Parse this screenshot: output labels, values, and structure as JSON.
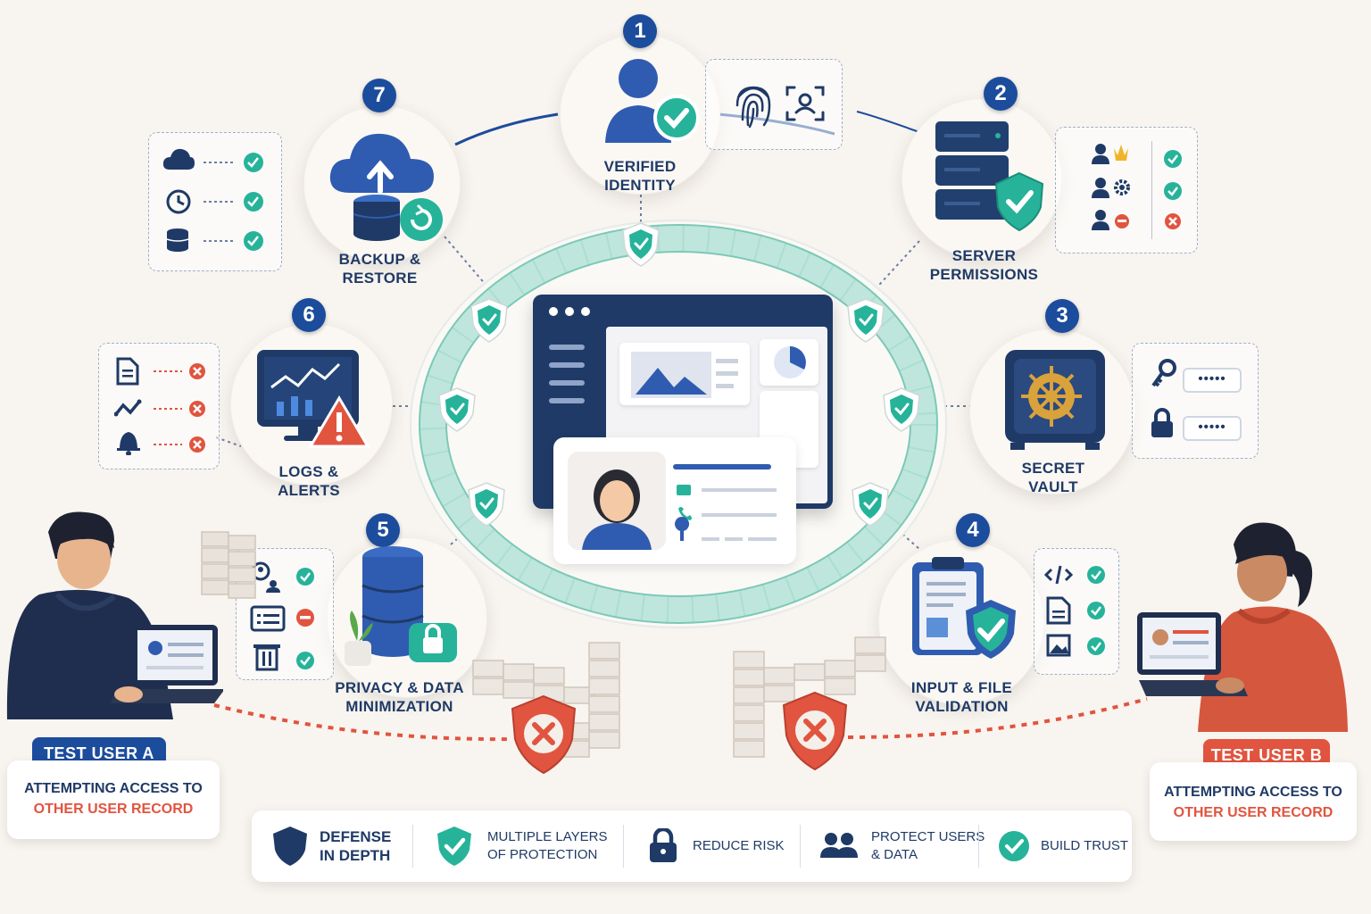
{
  "colors": {
    "navy": "#1f3a66",
    "blue": "#1c4c9c",
    "teal": "#26b39a",
    "red": "#e1543f",
    "bg": "#f8f4ef"
  },
  "layers": [
    {
      "number": "1",
      "label": "Verified Identity",
      "icons": [
        "fingerprint-icon",
        "face-scan-icon"
      ]
    },
    {
      "number": "2",
      "label": "Server Permissions",
      "rows": [
        {
          "icon": "admin-role-icon",
          "status": "allowed"
        },
        {
          "icon": "settings-role-icon",
          "status": "allowed"
        },
        {
          "icon": "removed-user-icon",
          "status": "denied"
        }
      ]
    },
    {
      "number": "3",
      "label": "Secret Vault",
      "rows": [
        {
          "icon": "key-icon",
          "value": "•••••"
        },
        {
          "icon": "lock-icon",
          "value": "•••••"
        }
      ]
    },
    {
      "number": "4",
      "label": "Input & File Validation",
      "rows": [
        {
          "icon": "code-icon",
          "status": "allowed"
        },
        {
          "icon": "document-icon",
          "status": "allowed"
        },
        {
          "icon": "image-icon",
          "status": "allowed"
        }
      ]
    },
    {
      "number": "5",
      "label": "Privacy & Data Minimization",
      "rows": [
        {
          "icon": "user-search-icon",
          "status": "allowed"
        },
        {
          "icon": "list-icon",
          "status": "removed"
        },
        {
          "icon": "trash-icon",
          "status": "allowed"
        }
      ]
    },
    {
      "number": "6",
      "label": "Logs & Alerts",
      "rows": [
        {
          "icon": "log-file-icon",
          "status": "blocked"
        },
        {
          "icon": "activity-icon",
          "status": "blocked"
        },
        {
          "icon": "bell-icon",
          "status": "blocked"
        }
      ]
    },
    {
      "number": "7",
      "label": "Backup & Restore",
      "rows": [
        {
          "icon": "cloud-icon",
          "status": "allowed"
        },
        {
          "icon": "clock-icon",
          "status": "allowed"
        },
        {
          "icon": "database-icon",
          "status": "allowed"
        }
      ]
    }
  ],
  "users": [
    {
      "badge": "Test User A",
      "line1": "Attempting access to",
      "line2": "Other user record"
    },
    {
      "badge": "Test User B",
      "line1": "Attempting access to",
      "line2": "Other user record"
    }
  ],
  "benefits": [
    {
      "icon": "shield-icon",
      "label1": "Defense",
      "label2": "in depth"
    },
    {
      "icon": "shield-check-icon",
      "label1": "Multiple layers",
      "label2": "of protection"
    },
    {
      "icon": "padlock-icon",
      "label1": "Reduce risk",
      "label2": ""
    },
    {
      "icon": "users-icon",
      "label1": "Protect users",
      "label2": "& data"
    },
    {
      "icon": "check-circle-icon",
      "label1": "Build trust",
      "label2": ""
    }
  ]
}
